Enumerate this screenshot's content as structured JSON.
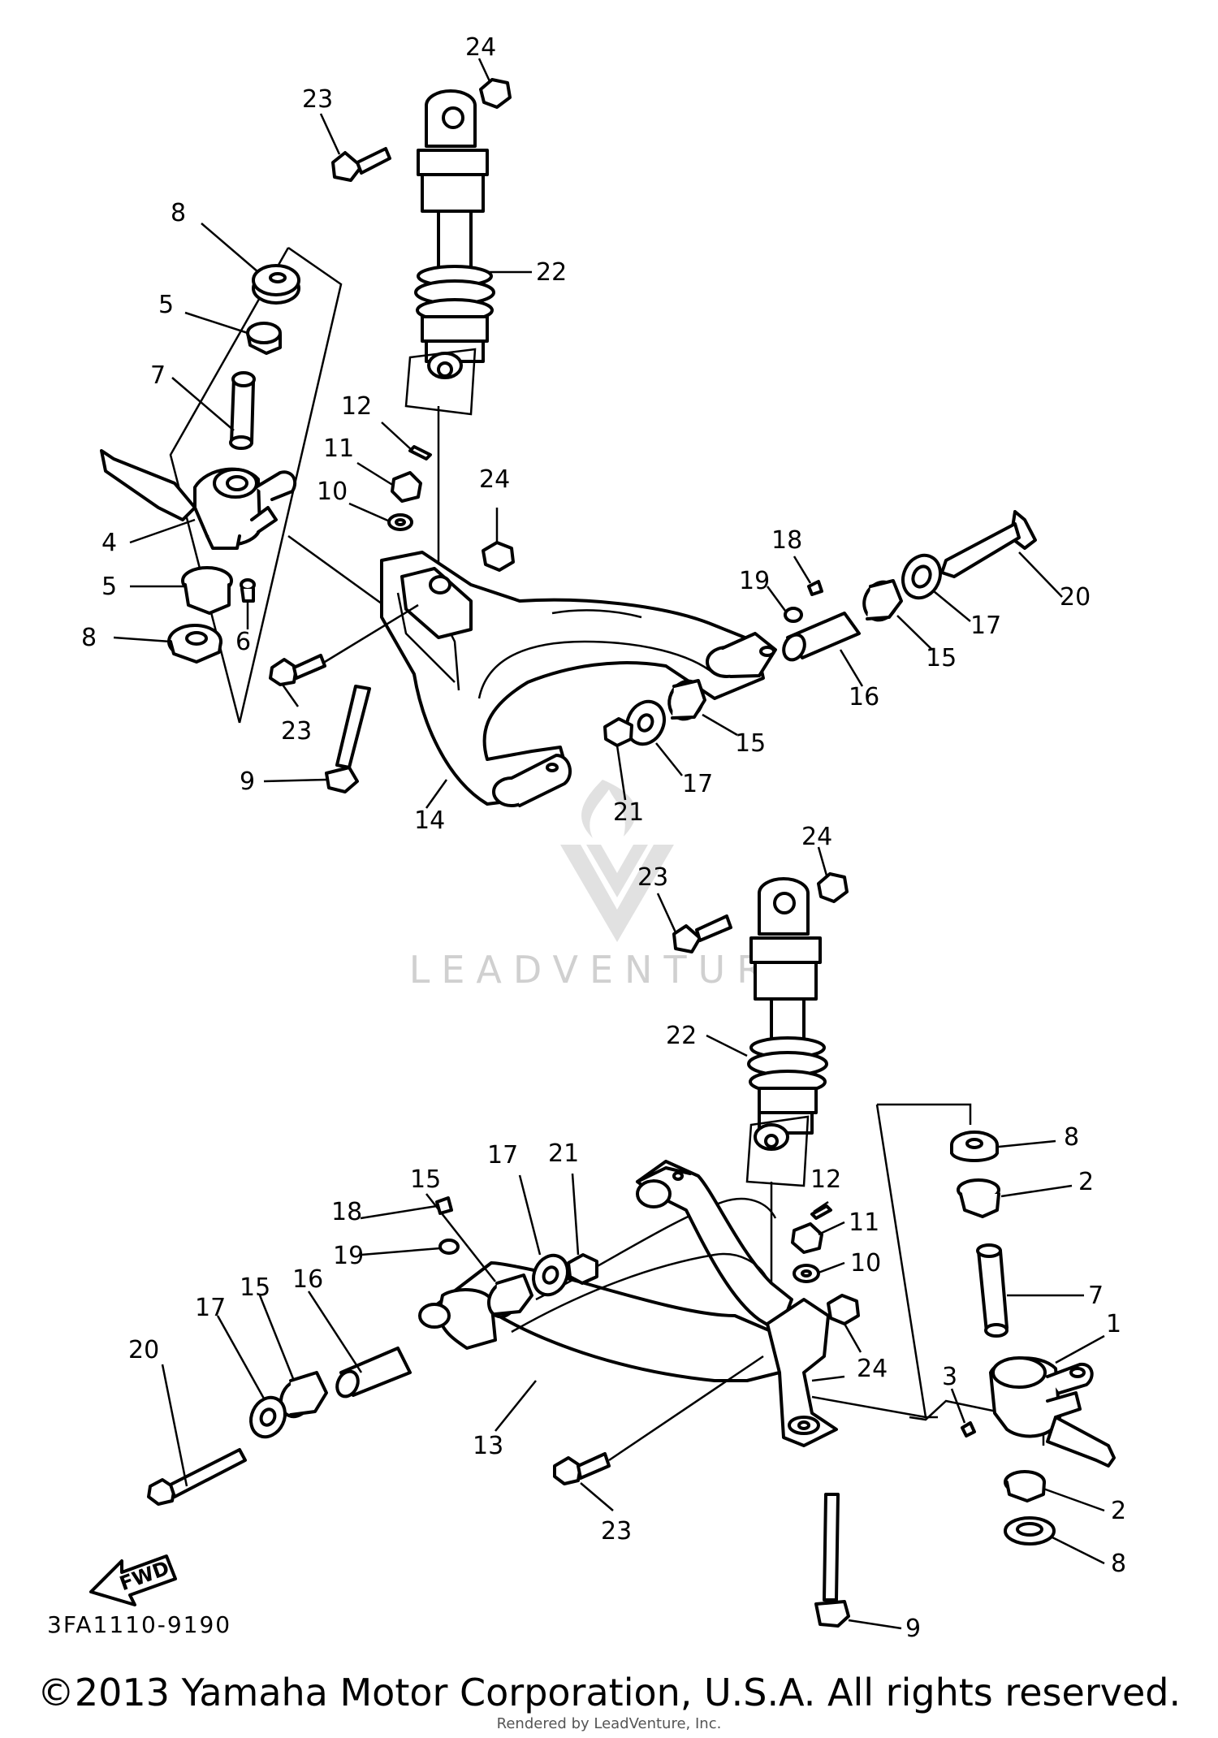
{
  "callouts": {
    "upper": [
      {
        "id": "u24a",
        "text": "24"
      },
      {
        "id": "u23a",
        "text": "23"
      },
      {
        "id": "u8a",
        "text": "8"
      },
      {
        "id": "u22",
        "text": "22"
      },
      {
        "id": "u5a",
        "text": "5"
      },
      {
        "id": "u7",
        "text": "7"
      },
      {
        "id": "u12",
        "text": "12"
      },
      {
        "id": "u11",
        "text": "11"
      },
      {
        "id": "u10",
        "text": "10"
      },
      {
        "id": "u24b",
        "text": "24"
      },
      {
        "id": "u4",
        "text": "4"
      },
      {
        "id": "u5b",
        "text": "5"
      },
      {
        "id": "u6",
        "text": "6"
      },
      {
        "id": "u8b",
        "text": "8"
      },
      {
        "id": "u23b",
        "text": "23"
      },
      {
        "id": "u9",
        "text": "9"
      },
      {
        "id": "u14",
        "text": "14"
      },
      {
        "id": "u18",
        "text": "18"
      },
      {
        "id": "u19",
        "text": "19"
      },
      {
        "id": "u20",
        "text": "20"
      },
      {
        "id": "u17a",
        "text": "17"
      },
      {
        "id": "u15a",
        "text": "15"
      },
      {
        "id": "u16",
        "text": "16"
      },
      {
        "id": "u15b",
        "text": "15"
      },
      {
        "id": "u17b",
        "text": "17"
      },
      {
        "id": "u21",
        "text": "21"
      }
    ],
    "lower": [
      {
        "id": "l24a",
        "text": "24"
      },
      {
        "id": "l23a",
        "text": "23"
      },
      {
        "id": "l22",
        "text": "22"
      },
      {
        "id": "l8a",
        "text": "8"
      },
      {
        "id": "l2a",
        "text": "2"
      },
      {
        "id": "l21",
        "text": "21"
      },
      {
        "id": "l17a",
        "text": "17"
      },
      {
        "id": "l15a",
        "text": "15"
      },
      {
        "id": "l12",
        "text": "12"
      },
      {
        "id": "l18",
        "text": "18"
      },
      {
        "id": "l11",
        "text": "11"
      },
      {
        "id": "l19",
        "text": "19"
      },
      {
        "id": "l10",
        "text": "10"
      },
      {
        "id": "l7",
        "text": "7"
      },
      {
        "id": "l16",
        "text": "16"
      },
      {
        "id": "l15b",
        "text": "15"
      },
      {
        "id": "l17b",
        "text": "17"
      },
      {
        "id": "l1",
        "text": "1"
      },
      {
        "id": "l20",
        "text": "20"
      },
      {
        "id": "l24b",
        "text": "24"
      },
      {
        "id": "l3",
        "text": "3"
      },
      {
        "id": "l13",
        "text": "13"
      },
      {
        "id": "l23b",
        "text": "23"
      },
      {
        "id": "l2b",
        "text": "2"
      },
      {
        "id": "l8b",
        "text": "8"
      },
      {
        "id": "l9",
        "text": "9"
      }
    ]
  },
  "fwd_label": "FWD",
  "diagram_code": "3FA1110-9190",
  "watermark_text": "LEADVENTURE",
  "copyright": "©2013 Yamaha Motor Corporation, U.S.A. All rights reserved.",
  "rendered_by": "Rendered by LeadVenture, Inc."
}
